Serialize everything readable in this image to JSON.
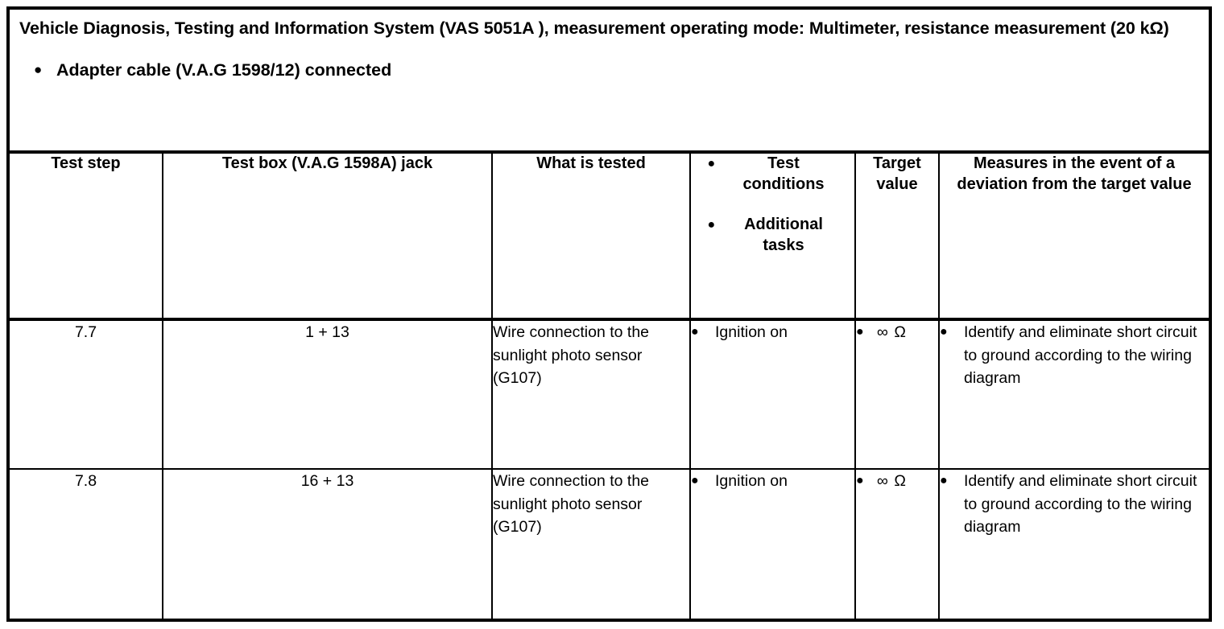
{
  "document": {
    "title_line": "Vehicle Diagnosis, Testing and Information System (VAS 5051A ), measurement operating mode: Multimeter, resistance measurement (20 kΩ)",
    "preconditions": [
      {
        "bullet": "●",
        "text": "Adapter cable (V.A.G 1598/12) connected"
      }
    ]
  },
  "table": {
    "headers": {
      "test_step": "Test step",
      "jack": "Test box (V.A.G 1598A) jack",
      "what_is_tested": "What is tested",
      "conditions": [
        {
          "bullet": "●",
          "text": "Test conditions"
        },
        {
          "bullet": "●",
          "text": "Additional tasks"
        }
      ],
      "target_value": "Target value",
      "measures": "Measures in the event of a deviation from the target value"
    },
    "rows": [
      {
        "test_step": "7.7",
        "jack": "1 + 13",
        "what_is_tested": "Wire connection to the sunlight photo sensor (G107)",
        "conditions": [
          {
            "bullet": "●",
            "text": "Ignition on"
          }
        ],
        "target_value": [
          {
            "bullet": "●",
            "text": "∞ Ω"
          }
        ],
        "measures": [
          {
            "bullet": "●",
            "text": "Identify and eliminate short circuit to ground according to the wiring diagram"
          }
        ]
      },
      {
        "test_step": "7.8",
        "jack": "16 + 13",
        "what_is_tested": "Wire connection to the sunlight photo sensor (G107)",
        "conditions": [
          {
            "bullet": "●",
            "text": "Ignition on"
          }
        ],
        "target_value": [
          {
            "bullet": "●",
            "text": "∞ Ω"
          }
        ],
        "measures": [
          {
            "bullet": "●",
            "text": "Identify and eliminate short circuit to ground according to the wiring diagram"
          }
        ]
      }
    ]
  },
  "colors": {
    "ink": "#000000",
    "paper": "#ffffff"
  }
}
